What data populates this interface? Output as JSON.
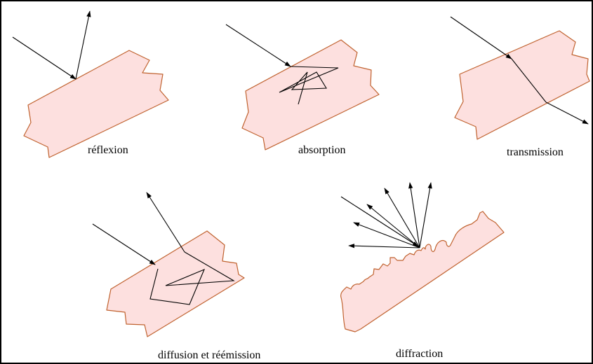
{
  "captions": {
    "reflection": "réflexion",
    "absorption": "absorption",
    "transmission": "transmission",
    "diffusion": "diffusion et réémission",
    "diffraction": "diffraction"
  },
  "colors": {
    "slab_fill": "#fde0df",
    "slab_edge": "#c0622f",
    "ray": "#000000",
    "frame": "#000000"
  }
}
